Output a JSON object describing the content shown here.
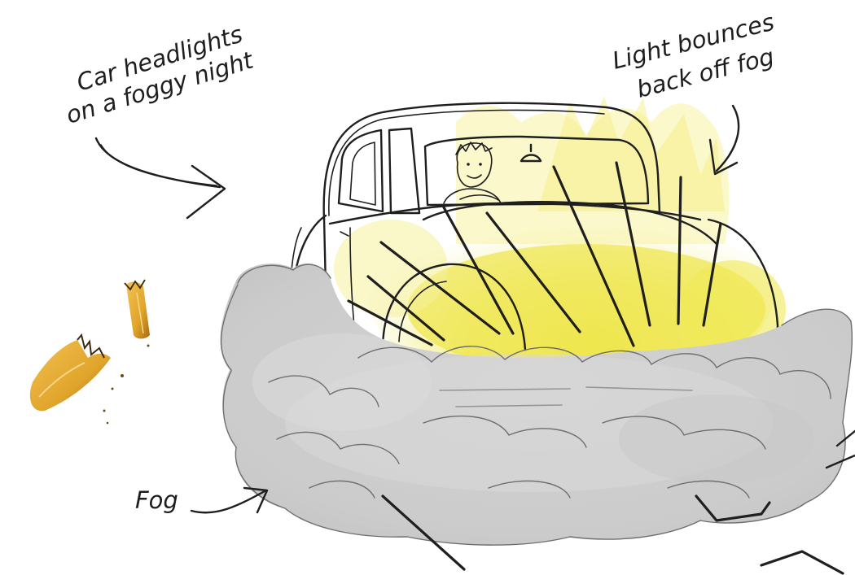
{
  "annotations": {
    "headlights_line1": "Car headlights",
    "headlights_line2": "on a foggy night",
    "bounce_line1": "Light bounces",
    "bounce_line2": "back off fog",
    "fog_label": "Fog"
  },
  "icons": [
    "curved-arrow-icon",
    "pencil-shavings-icon",
    "car-icon",
    "driver-icon",
    "fog-cloud-icon"
  ],
  "colors": {
    "background": "#ffffff",
    "ink": "#1f1f1f",
    "headlight_glow": "#f1ec62",
    "headlight_glow_light": "#f8f5b3",
    "fog": "#cfcfcf",
    "fog_dark": "#b9b9b9",
    "pencil_wood": "#e0a52b",
    "pencil_wood_dark": "#b57614"
  }
}
